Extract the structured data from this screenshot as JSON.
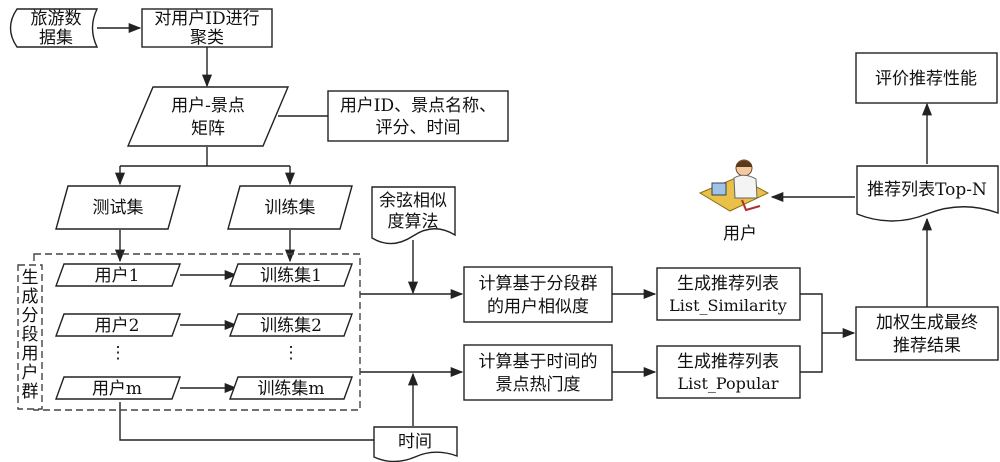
{
  "nodes": {
    "travel_data": {
      "lines": [
        "旅游数",
        "据集"
      ]
    },
    "cluster": {
      "lines": [
        "对用户ID进行",
        "聚类"
      ]
    },
    "matrix": {
      "lines": [
        "用户-景点",
        "矩阵"
      ]
    },
    "matrix_attrs": {
      "lines": [
        "用户ID、景点名称、",
        "评分、时间"
      ]
    },
    "test_set": {
      "lines": [
        "测试集"
      ]
    },
    "train_set": {
      "lines": [
        "训练集"
      ]
    },
    "cosine": {
      "lines": [
        "余弦相似",
        "度算法"
      ]
    },
    "user1": {
      "lines": [
        "用户1"
      ]
    },
    "user2": {
      "lines": [
        "用户2"
      ]
    },
    "userm": {
      "lines": [
        "用户m"
      ]
    },
    "train1": {
      "lines": [
        "训练集1"
      ]
    },
    "train2": {
      "lines": [
        "训练集2"
      ]
    },
    "trainm": {
      "lines": [
        "训练集m"
      ]
    },
    "segment_group": {
      "lines": [
        "生",
        "成",
        "分",
        "段",
        "用",
        "户",
        "群"
      ]
    },
    "calc_similarity": {
      "lines": [
        "计算基于分段群",
        "的用户相似度"
      ]
    },
    "calc_popularity": {
      "lines": [
        "计算基于时间的",
        "景点热门度"
      ]
    },
    "list_similarity": {
      "lines": [
        "生成推荐列表",
        "List_Similarity"
      ]
    },
    "list_popular": {
      "lines": [
        "生成推荐列表",
        "List_Popular"
      ]
    },
    "weighted": {
      "lines": [
        "加权生成最终",
        "推荐结果"
      ]
    },
    "topn": {
      "lines": [
        "推荐列表Top-N"
      ]
    },
    "evaluate": {
      "lines": [
        "评价推荐性能"
      ]
    },
    "user_label": {
      "lines": [
        "用户"
      ]
    },
    "time": {
      "lines": [
        "时间"
      ]
    }
  },
  "ellipsis": "⋮",
  "icons": {
    "user": "user-at-computer-icon"
  }
}
